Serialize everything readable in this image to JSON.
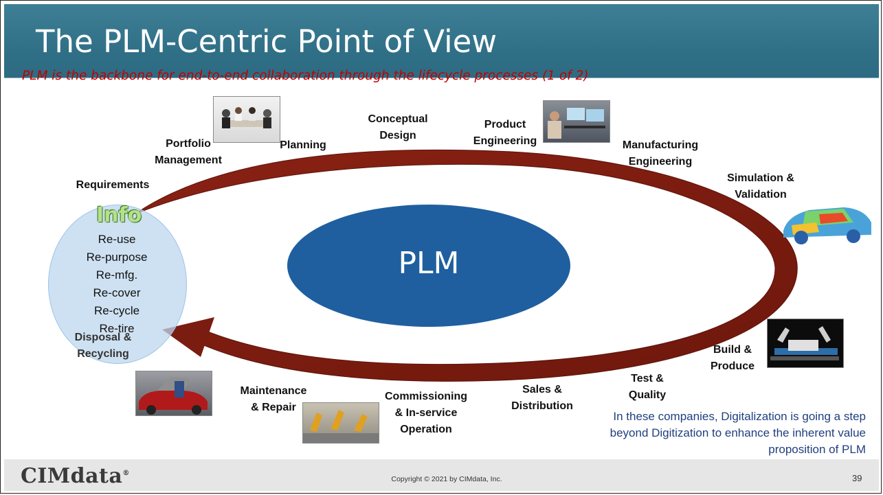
{
  "header": {
    "title": "The PLM-Centric Point of View",
    "subtitle": "PLM is the backbone for end-to-end collaboration through the lifecycle processes (1 of 2)"
  },
  "diagram": {
    "center_label": "PLM",
    "arrow_color": "#7b1c10",
    "center_color": "#1f5fa0",
    "stages": {
      "requirements": "Requirements",
      "portfolio": "Portfolio\nManagement",
      "planning": "Planning",
      "conceptual": "Conceptual\nDesign",
      "product_eng": "Product\nEngineering",
      "manufacturing_eng": "Manufacturing\nEngineering",
      "simulation": "Simulation &\nValidation",
      "build": "Build &\nProduce",
      "test": "Test &\nQuality",
      "sales": "Sales &\nDistribution",
      "commissioning": "Commissioning\n& In-service\nOperation",
      "maintenance": "Maintenance\n& Repair",
      "disposal": "Disposal &\nRecycling"
    },
    "info": {
      "title": "Info",
      "items": [
        "Re-use",
        "Re-purpose",
        "Re-mfg.",
        "Re-cover",
        "Re-cycle",
        "Re-tire"
      ]
    },
    "note": "In these companies, Digitalization is going a step beyond Digitization to enhance the inherent value proposition of PLM"
  },
  "footer": {
    "logo": "CIMdata",
    "logo_mark": "®",
    "copyright": "Copyright © 2021 by CIMdata, Inc.",
    "page_number": "39"
  }
}
